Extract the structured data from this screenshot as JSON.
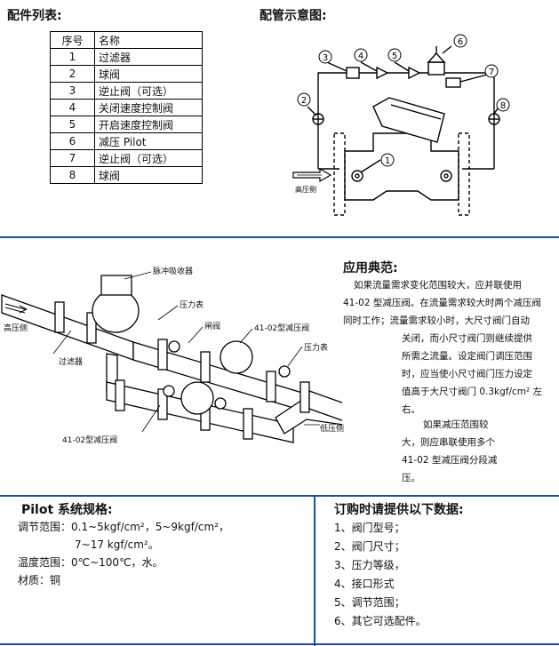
{
  "parts_list": {
    "title": "配件列表:",
    "headers": [
      "序号",
      "名称"
    ],
    "rows": [
      {
        "no": "1",
        "name": "过滤器"
      },
      {
        "no": "2",
        "name": "球阀"
      },
      {
        "no": "3",
        "name": "逆止阀（可选）"
      },
      {
        "no": "4",
        "name": "关闭速度控制阀"
      },
      {
        "no": "5",
        "name": "开启速度控制阀"
      },
      {
        "no": "6",
        "name": "减压 Pilot"
      },
      {
        "no": "7",
        "name": "逆止阀（可选）"
      },
      {
        "no": "8",
        "name": "球阀"
      }
    ]
  },
  "piping_diagram": {
    "title": "配管示意图:",
    "callouts": [
      "1",
      "2",
      "3",
      "4",
      "5",
      "6",
      "7",
      "8"
    ],
    "flow_label": "高压侧"
  },
  "installation": {
    "labels": {
      "absorber": "脉冲吸收器",
      "pressure_gauge_1": "压力表",
      "gate_valve": "闸阀",
      "valve_4102_top": "41-02型减压阀",
      "pressure_gauge_2": "压力表",
      "high_side": "高压侧",
      "strainer": "过滤器",
      "valve_4102_bottom": "41-02型减压阀",
      "low_side": "低压侧"
    }
  },
  "application": {
    "title": "应用典范:",
    "lines": [
      "如果流量需求变化范围较大，应并联使用",
      "41-02 型减压阀。在流量需求较大时两个减压阀",
      "同时工作；流量需求较小时，大尺寸阀门自动",
      "关闭，而小尺寸阀门则继续提供",
      "所需之流量。设定阀门调压范围",
      "时，应当使小尺寸阀门压力设定",
      "值高于大尺寸阀门 0.3kgf/cm² 左",
      "右。",
      "如果减压范围较",
      "大，则应串联使用多个",
      "41-02 型减压阀分段减",
      "压。"
    ]
  },
  "pilot_specs": {
    "title": "Pilot 系统规格:",
    "lines": [
      "调节范围：0.1~5kgf/cm²，5~9kgf/cm²，",
      "7~17 kgf/cm²。",
      "温度范围：0℃~100℃，水。",
      "材质：铜"
    ]
  },
  "order_info": {
    "title": "订购时请提供以下数据:",
    "items": [
      "1、阀门型号；",
      "2、阀门尺寸；",
      "3、压力等级，",
      "4、接口形式",
      "5、调节范围；",
      "6、其它可选配件。"
    ]
  },
  "colors": {
    "divider": "#1f4e9c"
  }
}
